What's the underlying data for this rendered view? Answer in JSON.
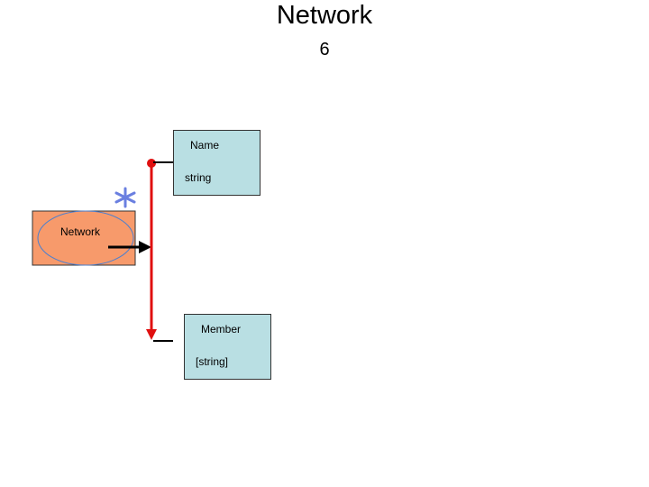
{
  "slide": {
    "title": "Network",
    "number": "6"
  },
  "entity": {
    "label": "Network",
    "fill_color": "#f79a6b",
    "ellipse_color": "#4a7fd0"
  },
  "attributes": [
    {
      "name": "Name",
      "type": "string"
    },
    {
      "name": "Member",
      "type": "[string]"
    }
  ],
  "colors": {
    "box_fill": "#b9dfe3",
    "connector": "#e01010",
    "asterisk": "#6a7fe0"
  },
  "icons": [
    "asterisk-icon",
    "arrow-right-icon"
  ]
}
